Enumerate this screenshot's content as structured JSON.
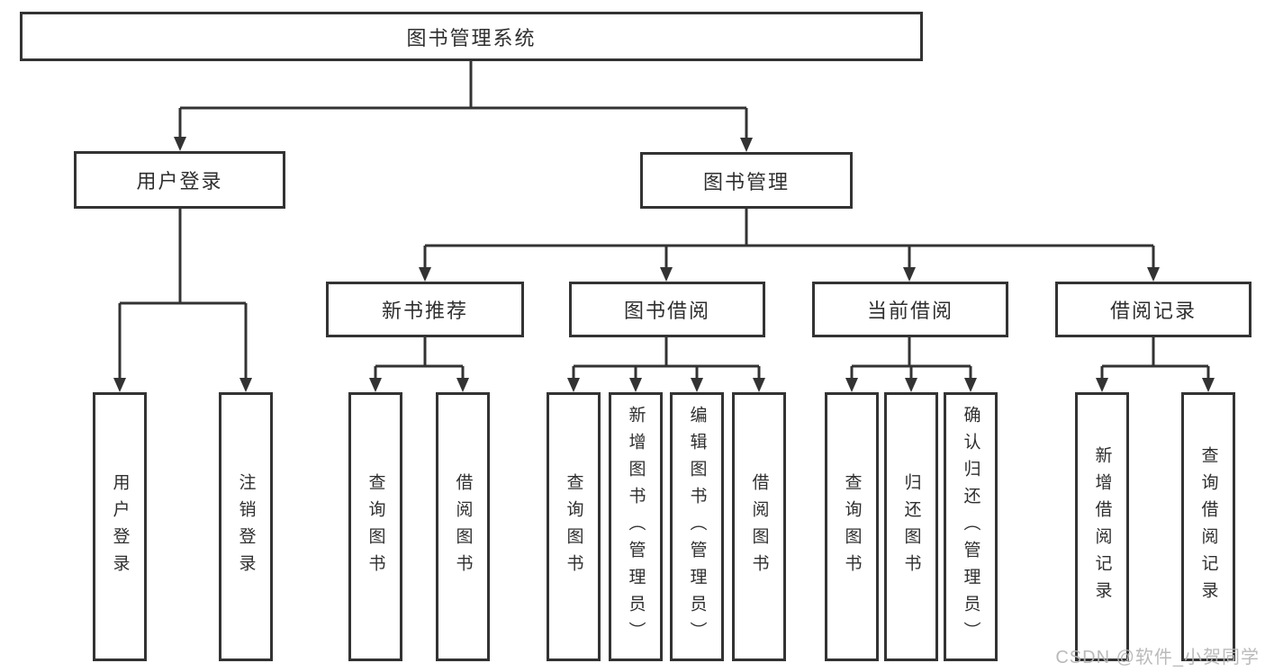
{
  "diagram": {
    "root": {
      "label": "图书管理系统"
    },
    "level2": [
      {
        "label": "用户登录"
      },
      {
        "label": "图书管理"
      }
    ],
    "level3": [
      {
        "label": "新书推荐"
      },
      {
        "label": "图书借阅"
      },
      {
        "label": "当前借阅"
      },
      {
        "label": "借阅记录"
      }
    ],
    "leaves": {
      "user_login": [
        "用户登录",
        "注销登录"
      ],
      "new_book": [
        "查询图书",
        "借阅图书"
      ],
      "book_borrow": [
        "查询图书",
        "新增图书（管理员）",
        "编辑图书（管理员）",
        "借阅图书"
      ],
      "current_borrow": [
        "查询图书",
        "归还图书",
        "确认归还（管理员）"
      ],
      "borrow_record": [
        "新增借阅记录",
        "查询借阅记录"
      ]
    }
  },
  "watermark": {
    "text": "CSDN @软件_小贺同学"
  },
  "colors": {
    "line": "#333333",
    "text": "#2f2f2f",
    "watermark": "#b5b5b5",
    "background": "#ffffff"
  }
}
